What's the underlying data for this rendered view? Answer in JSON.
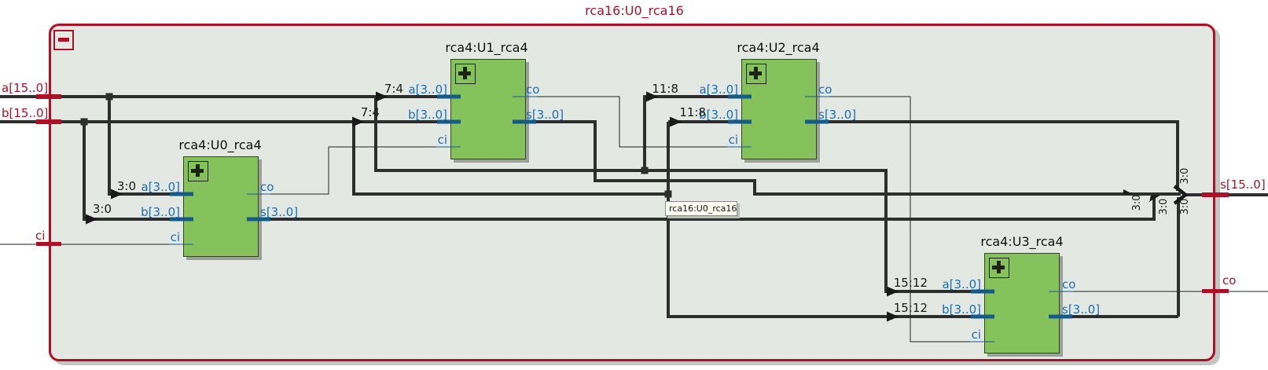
{
  "diagram": {
    "title": "rca16:U0_rca16",
    "tooltip": "rca16:U0_rca16",
    "external_ports": {
      "a_in": "a[15..0]",
      "b_in": "b[15..0]",
      "ci_in": "ci",
      "s_out": "s[15..0]",
      "co_out": "co"
    },
    "blocks": [
      {
        "title": "rca4:U0_rca4",
        "slice_a": "3:0",
        "slice_b": "3:0",
        "ports": {
          "a": "a[3..0]",
          "b": "b[3..0]",
          "ci": "ci",
          "co": "co",
          "s": "s[3..0]"
        }
      },
      {
        "title": "rca4:U1_rca4",
        "slice_a": "7:4",
        "slice_b": "7:4",
        "ports": {
          "a": "a[3..0]",
          "b": "b[3..0]",
          "ci": "ci",
          "co": "co",
          "s": "s[3..0]"
        }
      },
      {
        "title": "rca4:U2_rca4",
        "slice_a": "11:8",
        "slice_b": "11:8",
        "ports": {
          "a": "a[3..0]",
          "b": "b[3..0]",
          "ci": "ci",
          "co": "co",
          "s": "s[3..0]"
        }
      },
      {
        "title": "rca4:U3_rca4",
        "slice_a": "15:12",
        "slice_b": "15:12",
        "ports": {
          "a": "a[3..0]",
          "b": "b[3..0]",
          "ci": "ci",
          "co": "co",
          "s": "s[3..0]"
        }
      }
    ],
    "merge_labels": [
      "3:0",
      "3:0",
      "3:0",
      "3:0"
    ],
    "colors": {
      "frame": "#ab1127",
      "block_fill": "#86c25c",
      "port_label": "#1b6eb5",
      "pin_blue": "#165a86",
      "wire": "#2e2e2e",
      "canvas_bg": "#e3e9e2"
    }
  }
}
